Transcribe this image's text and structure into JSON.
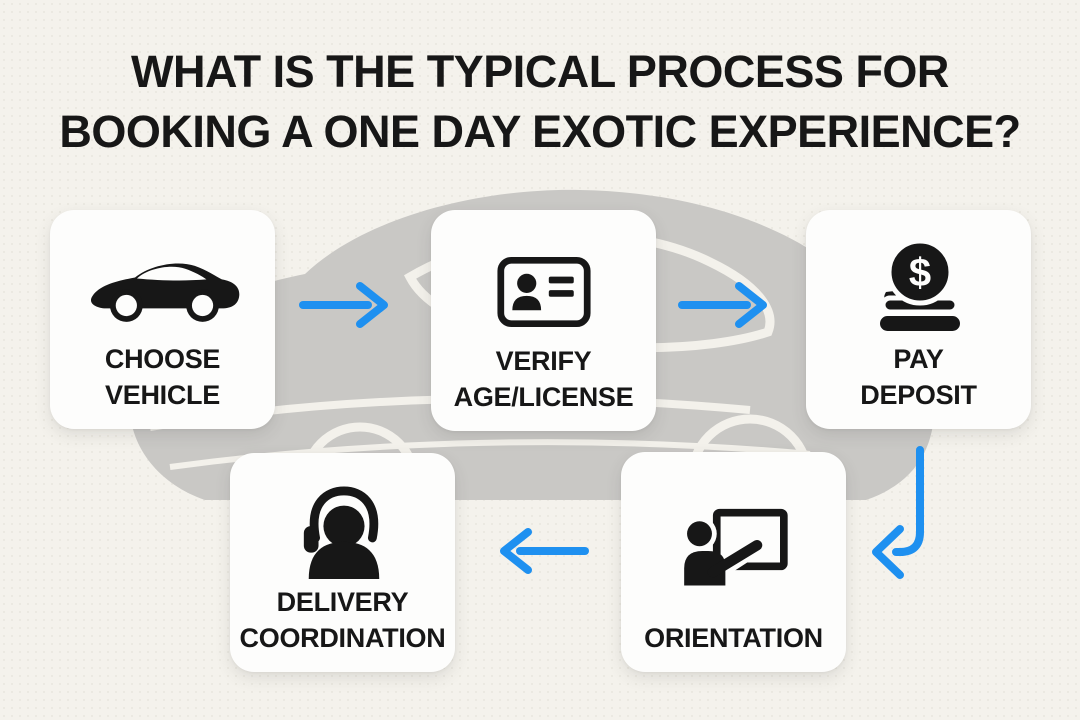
{
  "title": {
    "line1": "WHAT IS THE TYPICAL PROCESS FOR",
    "line2": "BOOKING A ONE DAY EXOTIC EXPERIENCE?"
  },
  "steps": [
    {
      "order": 1,
      "lines": [
        "CHOOSE",
        "VEHICLE"
      ],
      "icon": "car-icon"
    },
    {
      "order": 2,
      "lines": [
        "VERIFY",
        "AGE/LICENSE"
      ],
      "icon": "id-card-icon"
    },
    {
      "order": 3,
      "lines": [
        "PAY",
        "DEPOSIT"
      ],
      "icon": "coins-icon",
      "icon_glyph": "$"
    },
    {
      "order": 4,
      "lines": [
        "ORIENTATION"
      ],
      "icon": "presentation-icon"
    },
    {
      "order": 5,
      "lines": [
        "DELIVERY",
        "COORDINATION"
      ],
      "icon": "headset-icon"
    }
  ],
  "arrows": [
    {
      "name": "arrow-1",
      "from": "CHOOSE VEHICLE",
      "to": "VERIFY AGE/LICENSE",
      "direction": "right"
    },
    {
      "name": "arrow-2",
      "from": "VERIFY AGE/LICENSE",
      "to": "PAY DEPOSIT",
      "direction": "right"
    },
    {
      "name": "arrow-3",
      "from": "PAY DEPOSIT",
      "to": "ORIENTATION",
      "direction": "down-left"
    },
    {
      "name": "arrow-4",
      "from": "ORIENTATION",
      "to": "DELIVERY COORDINATION",
      "direction": "left"
    }
  ],
  "background_art": "gray-sports-car-silhouette-watermark",
  "colors": {
    "background": "#f4f2ec",
    "card": "#fdfdfc",
    "ink": "#171717",
    "arrow": "#1e90f0",
    "watermark": "#c9c8c5",
    "watermark_line": "#f3f1eb"
  }
}
